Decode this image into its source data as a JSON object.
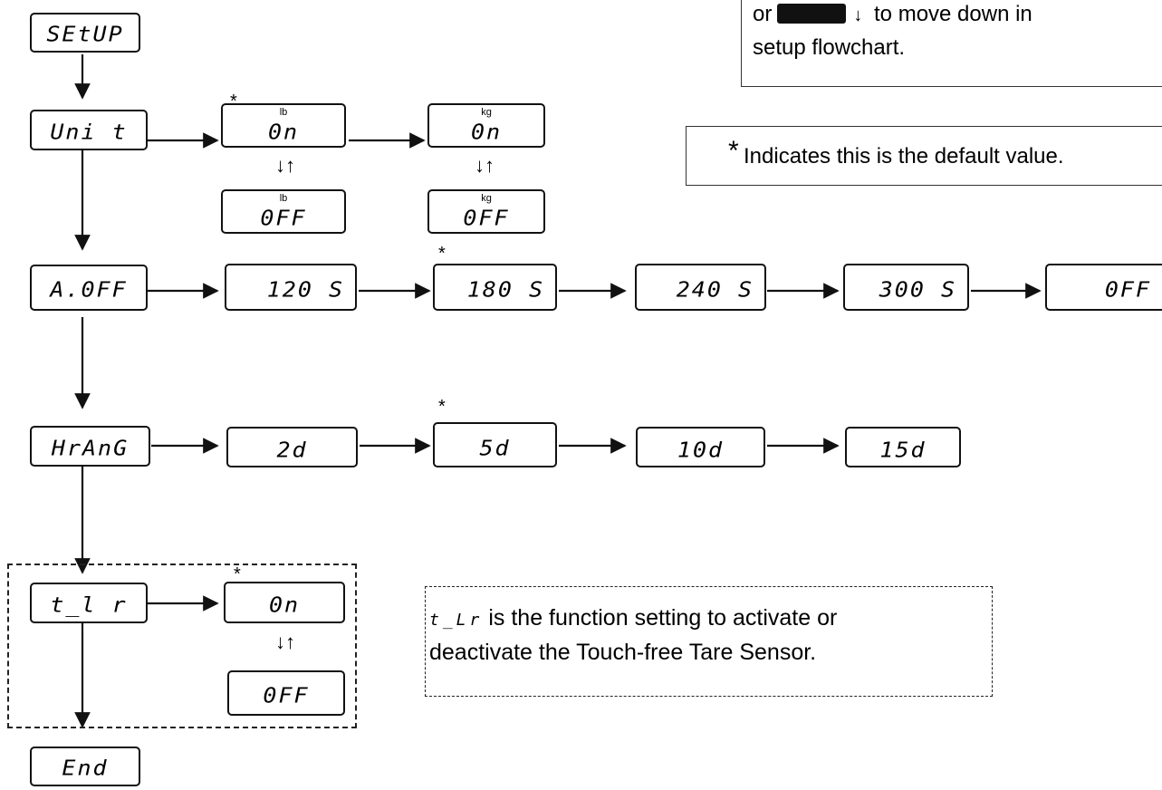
{
  "menu": [
    {
      "id": "setup",
      "display": "SEtUP"
    },
    {
      "id": "unit",
      "display": "Uni t"
    },
    {
      "id": "aoff",
      "display": "A.0FF"
    },
    {
      "id": "hrang",
      "display": "HrAnG"
    },
    {
      "id": "tlr",
      "display": "t_l r"
    },
    {
      "id": "end",
      "display": "End"
    }
  ],
  "unit_options": {
    "lb_on": {
      "unit": "lb",
      "display": "0n"
    },
    "lb_off": {
      "unit": "lb",
      "display": "0FF"
    },
    "kg_on": {
      "unit": "kg",
      "display": "0n"
    },
    "kg_off": {
      "unit": "kg",
      "display": "0FF"
    }
  },
  "aoff_options": [
    "120 S",
    "180 S",
    "240 S",
    "300 S",
    "0FF"
  ],
  "hrang_options": [
    "2d",
    "5d",
    "10d",
    "15d"
  ],
  "tlr_options": {
    "on": "0n",
    "off": "0FF"
  },
  "default_marker": "*",
  "swap_symbol": "↓↑",
  "notes": {
    "move_down": {
      "line1_prefix": "or",
      "line1_suffix": "to move down in",
      "line2": "setup flowchart.",
      "arrow": "↓"
    },
    "default": {
      "star": "*",
      "text": "Indicates this is the default value."
    },
    "tlr": {
      "code": "t_Lr",
      "line1": "is the function setting to activate or",
      "line2": "deactivate the Touch-free Tare Sensor."
    }
  }
}
